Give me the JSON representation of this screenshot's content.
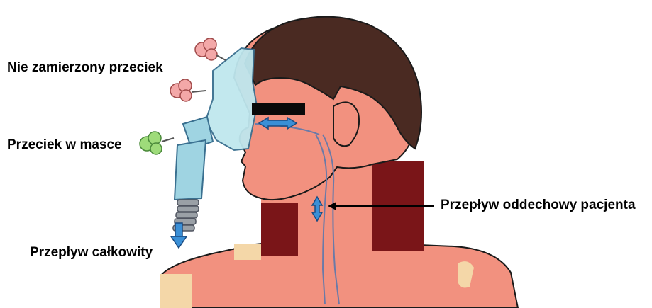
{
  "labels": {
    "unintentional_leak": "Nie zamierzony przeciek",
    "mask_leak": "Przeciek w masce",
    "total_flow": "Przepływ całkowity",
    "patient_flow": "Przepływ oddechowy pacjenta"
  },
  "colors": {
    "skin": "#f2917f",
    "hair": "#4a2a22",
    "neck_shadow": "#7a1518",
    "mask": "#bfe7ee",
    "hose": "#9fd4e2",
    "arrow": "#3a8fd6",
    "leak_puff_red": "#f3a8a8",
    "leak_puff_green": "#9edb7a",
    "highlight": "#f4d7a8"
  },
  "icons": {
    "leak_puff_top": "puff-cloud-icon",
    "leak_puff_mid": "puff-cloud-icon",
    "mask_leak_puff": "puff-cloud-icon",
    "total_flow_arrow": "arrow-down-icon",
    "nasal_arrow": "double-arrow-horizontal-icon",
    "airway_arrow": "double-arrow-vertical-icon",
    "pointer_arrow": "arrow-left-icon"
  }
}
